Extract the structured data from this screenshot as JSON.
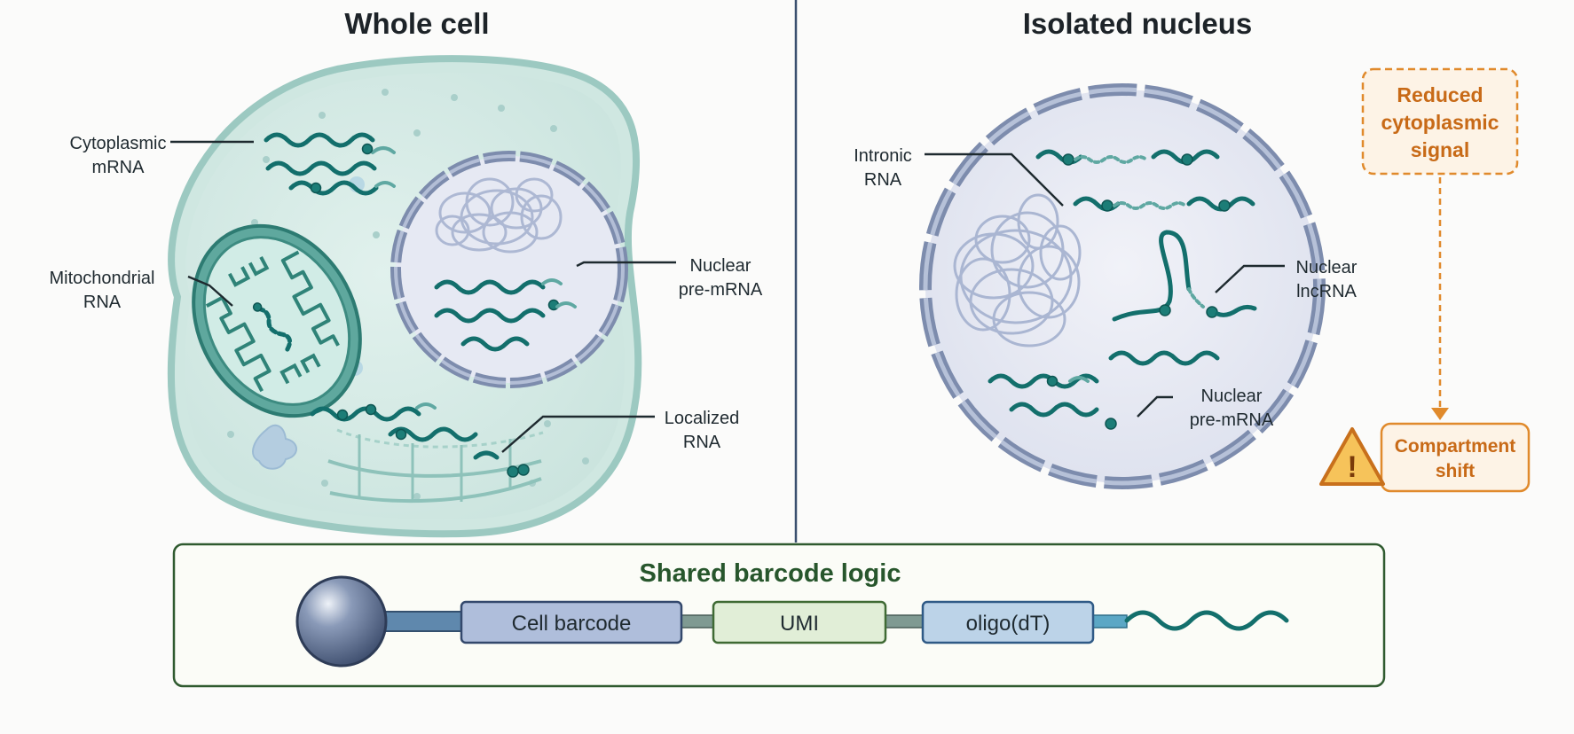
{
  "panels": {
    "left_title": "Whole cell",
    "right_title": "Isolated nucleus"
  },
  "whole_cell_labels": {
    "cytoplasmic_line1": "Cytoplasmic",
    "cytoplasmic_line2": "mRNA",
    "mito_line1": "Mitochondrial",
    "mito_line2": "RNA",
    "nuclear_line1": "Nuclear",
    "nuclear_line2": "pre-mRNA",
    "localized_line1": "Localized",
    "localized_line2": "RNA"
  },
  "nucleus_labels": {
    "intronic_line1": "Intronic",
    "intronic_line2": "RNA",
    "lncrna_line1": "Nuclear",
    "lncrna_line2": "lncRNA",
    "premrna_line1": "Nuclear",
    "premrna_line2": "pre-mRNA"
  },
  "warning": {
    "reduced_line1": "Reduced",
    "reduced_line2": "cytoplasmic",
    "reduced_line3": "signal",
    "shift_line1": "Compartment",
    "shift_line2": "shift",
    "alert_glyph": "!",
    "icon": "warning-triangle-icon"
  },
  "barcode": {
    "title": "Shared barcode logic",
    "segments": [
      "Cell barcode",
      "UMI",
      "oligo(dT)"
    ]
  },
  "colors": {
    "cell_fill": "#d5ebe6",
    "nucleus_fill": "#e6e9f3",
    "rna": "#136f6c",
    "warning": "#e08a2c",
    "barcode_frame": "#2f5a2f"
  }
}
